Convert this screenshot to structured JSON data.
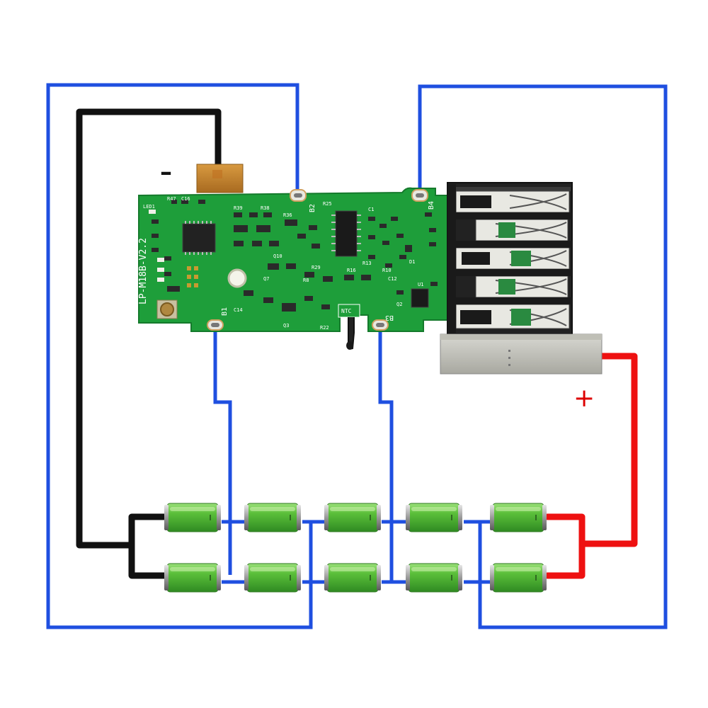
{
  "diagram": {
    "polarity_labels": {
      "negative": "–",
      "positive": "+"
    },
    "board": {
      "model_text": "LP-M18B-V2.2",
      "pads": {
        "b1": "B1",
        "b2": "B2",
        "b3": "B3",
        "b4": "B4"
      },
      "thermistor_label": "NTC",
      "component_labels": [
        "R47",
        "C16",
        "LED1",
        "R39",
        "R38",
        "R36",
        "R29",
        "R16",
        "R13",
        "R8",
        "R22",
        "Q3",
        "Q7",
        "Q10",
        "U1",
        "C1",
        "R25",
        "D1",
        "Q2",
        "R10",
        "C12",
        "C14"
      ]
    },
    "cells": {
      "rows": 2,
      "per_row": 5,
      "count": 10
    },
    "colors": {
      "negative_wire": "#111111",
      "positive_wire": "#ee1111",
      "balance_wire": "#1f4fe0",
      "pcb": "#1e9e3a",
      "cell_body": "#5bbf3a",
      "positive_label": "#dd0000"
    }
  }
}
